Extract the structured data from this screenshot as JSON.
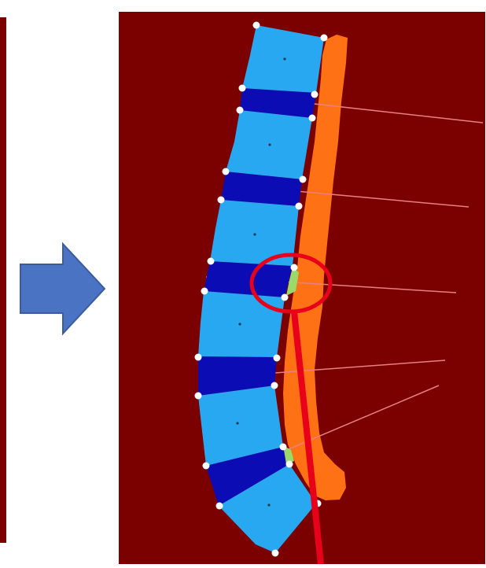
{
  "figure": {
    "colors": {
      "background": "#7b0000",
      "vertebra": "#29a8f2",
      "disc": "#0c0cb4",
      "spinal_canal": "#ff7114",
      "landmark": "#ffffff",
      "highlight": "#e8001a",
      "arrow": "#4a73c3",
      "arrow_border": "#3b5d9e",
      "nerve_line": "#e88080",
      "contact_region": "#9bd96a"
    },
    "arrow_icon": "right-arrow-icon",
    "vertebra_count": 6,
    "disc_count": 5,
    "highlight_marker": "circle-with-pointer"
  }
}
